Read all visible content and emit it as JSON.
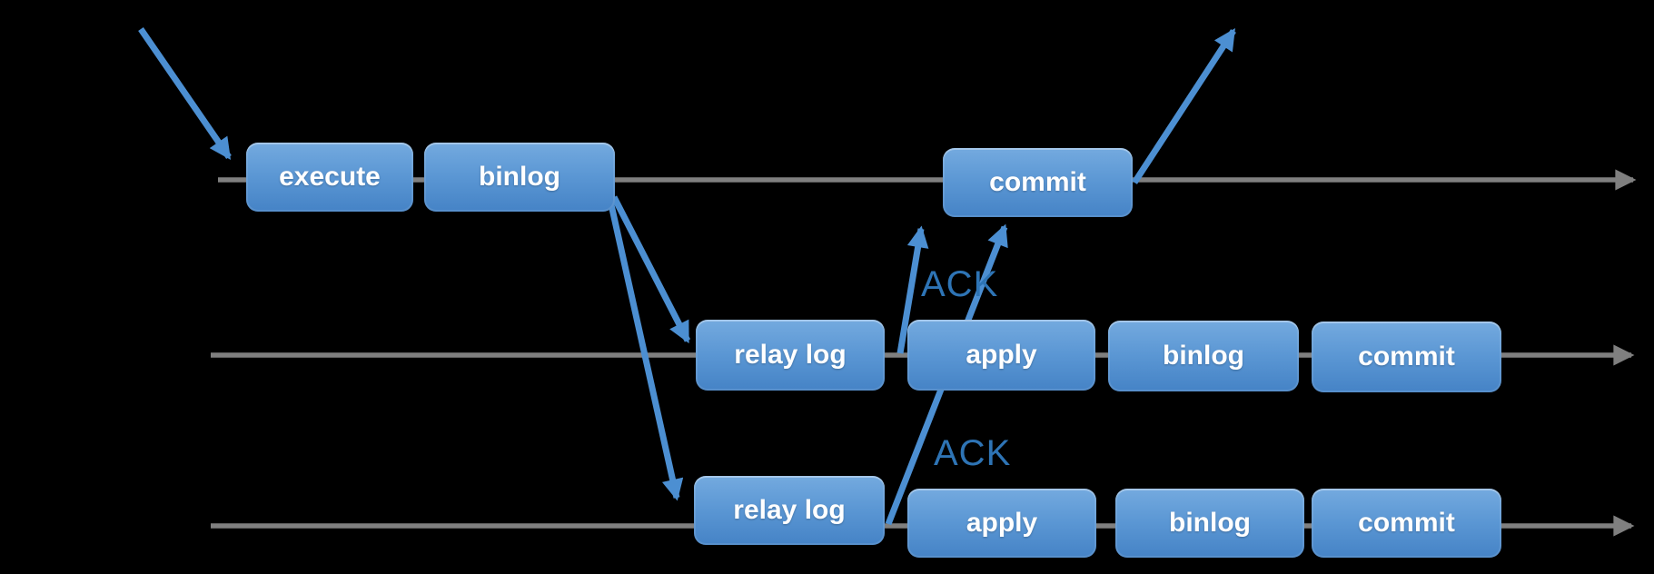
{
  "colors": {
    "background": "#000000",
    "timeline_gray": "#7F7F7F",
    "arrow_blue": "#4C8FD2",
    "ack_text_blue": "#2E74B5",
    "box_gradient_top": "#74AADF",
    "box_gradient_bottom": "#4583C6",
    "box_text": "#FFFFFF"
  },
  "timelines": [
    {
      "id": "row1",
      "boxes": [
        {
          "label": "execute"
        },
        {
          "label": "binlog"
        },
        {
          "label": "commit"
        }
      ]
    },
    {
      "id": "row2",
      "ack": "ACK",
      "boxes": [
        {
          "label": "relay log"
        },
        {
          "label": "apply"
        },
        {
          "label": "binlog"
        },
        {
          "label": "commit"
        }
      ]
    },
    {
      "id": "row3",
      "ack": "ACK",
      "boxes": [
        {
          "label": "relay log"
        },
        {
          "label": "apply"
        },
        {
          "label": "binlog"
        },
        {
          "label": "commit"
        }
      ]
    }
  ]
}
